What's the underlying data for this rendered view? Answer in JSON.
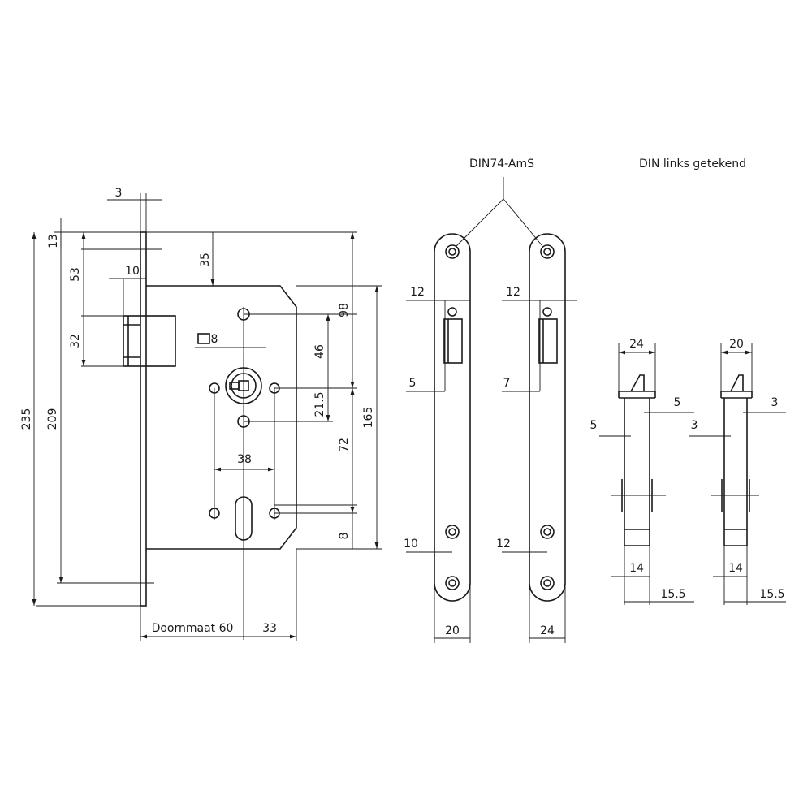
{
  "labels": {
    "din74": "DIN74-AmS",
    "din_links": "DIN links getekend",
    "doornmaat": "Doornmaat 60"
  },
  "dims": {
    "d3": "3",
    "d13": "13",
    "d53": "53",
    "d10": "10",
    "d35": "35",
    "d32": "32",
    "d235": "235",
    "d209": "209",
    "d8sq": "8",
    "d98": "98",
    "d46": "46",
    "d21_5": "21.5",
    "d165": "165",
    "d72": "72",
    "d38": "38",
    "d8": "8",
    "d33": "33"
  },
  "plate_left": {
    "d12": "12",
    "d5": "5",
    "d10": "10",
    "d20": "20"
  },
  "plate_right": {
    "d12": "12",
    "d7": "7",
    "d12b": "12",
    "d24": "24"
  },
  "side_left": {
    "d24": "24",
    "d5a": "5",
    "d5b": "5",
    "d14": "14",
    "d15_5": "15.5"
  },
  "side_right": {
    "d20": "20",
    "d3a": "3",
    "d3b": "3",
    "d14": "14",
    "d15_5": "15.5"
  }
}
